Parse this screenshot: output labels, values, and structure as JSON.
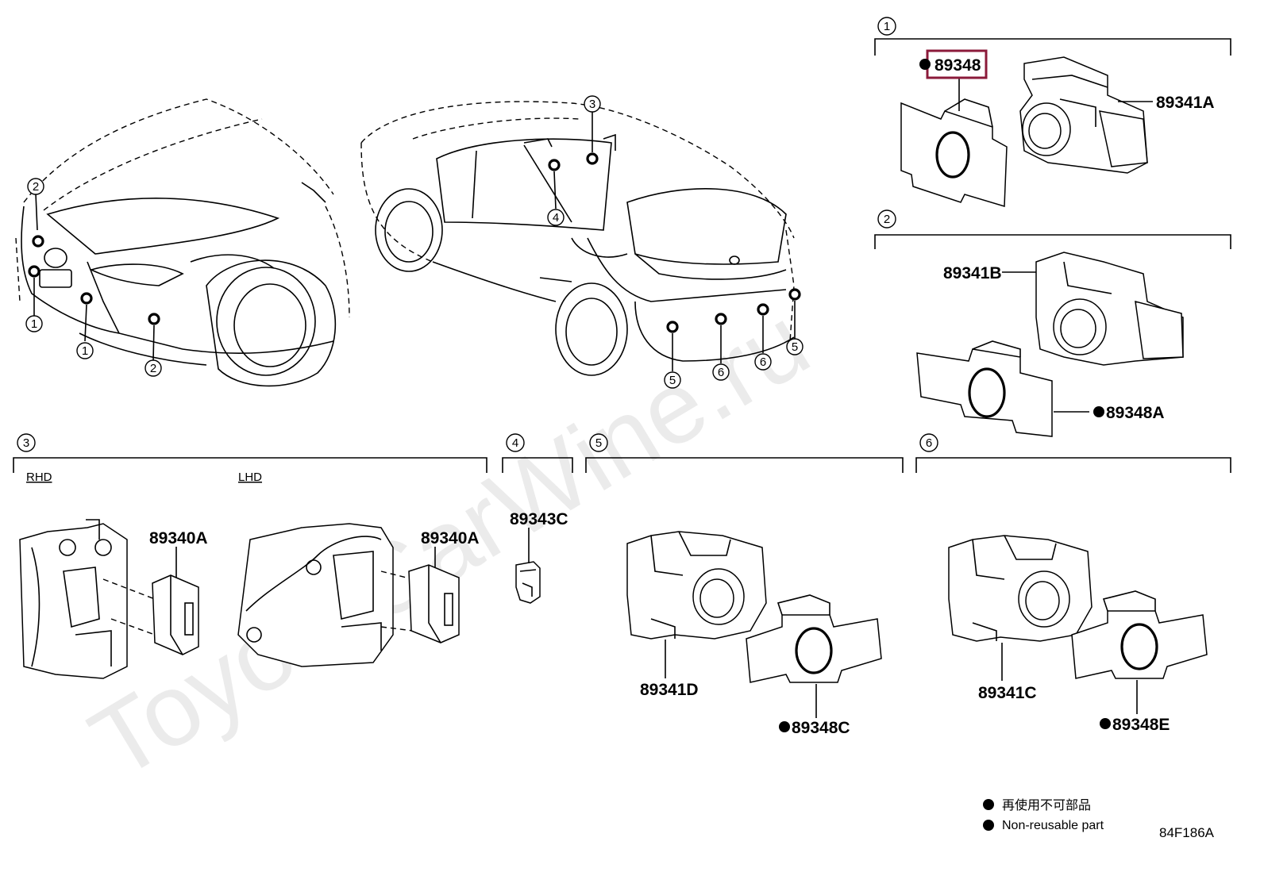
{
  "groups": [
    {
      "num": "1"
    },
    {
      "num": "2"
    },
    {
      "num": "3",
      "subs": [
        "RHD",
        "LHD"
      ]
    },
    {
      "num": "4"
    },
    {
      "num": "5"
    },
    {
      "num": "6"
    }
  ],
  "callouts": [
    "2",
    "1",
    "1",
    "2",
    "3",
    "4",
    "5",
    "6",
    "6",
    "5"
  ],
  "parts": {
    "p89348": "89348",
    "p89341A": "89341A",
    "p89341B": "89341B",
    "p89348A": "89348A",
    "p89340A_rhd": "89340A",
    "p89340A_lhd": "89340A",
    "p89343C": "89343C",
    "p89341D": "89341D",
    "p89348C": "89348C",
    "p89341C": "89341C",
    "p89348E": "89348E"
  },
  "highlight_color": "#8b1a3a",
  "legend": {
    "jp": "再使用不可部品",
    "en": "Non-reusable part"
  },
  "diagram_code": "84F186A",
  "watermark": "ToyotaCarWine.ru"
}
